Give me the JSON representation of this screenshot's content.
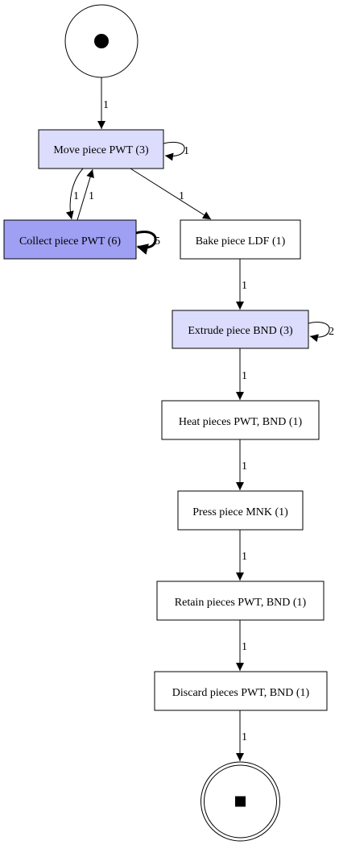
{
  "colors": {
    "white": "#ffffff",
    "light": "#dcdcfc",
    "strong": "#9f9ff3",
    "stroke": "#000000"
  },
  "nodes": {
    "move": {
      "label": "Move piece PWT (3)"
    },
    "collect": {
      "label": "Collect piece PWT (6)"
    },
    "bake": {
      "label": "Bake piece LDF (1)"
    },
    "extrude": {
      "label": "Extrude piece BND (3)"
    },
    "heat": {
      "label": "Heat pieces PWT, BND (1)"
    },
    "press": {
      "label": "Press piece MNK (1)"
    },
    "retain": {
      "label": "Retain pieces PWT, BND (1)"
    },
    "discard": {
      "label": "Discard pieces PWT, BND (1)"
    }
  },
  "edges": {
    "start_move": "1",
    "move_self": "1",
    "move_collect": "1",
    "collect_move": "1",
    "collect_self": "5",
    "move_bake": "1",
    "bake_extrude": "1",
    "extrude_self": "2",
    "extrude_heat": "1",
    "heat_press": "1",
    "press_retain": "1",
    "retain_discard": "1",
    "discard_end": "1"
  }
}
